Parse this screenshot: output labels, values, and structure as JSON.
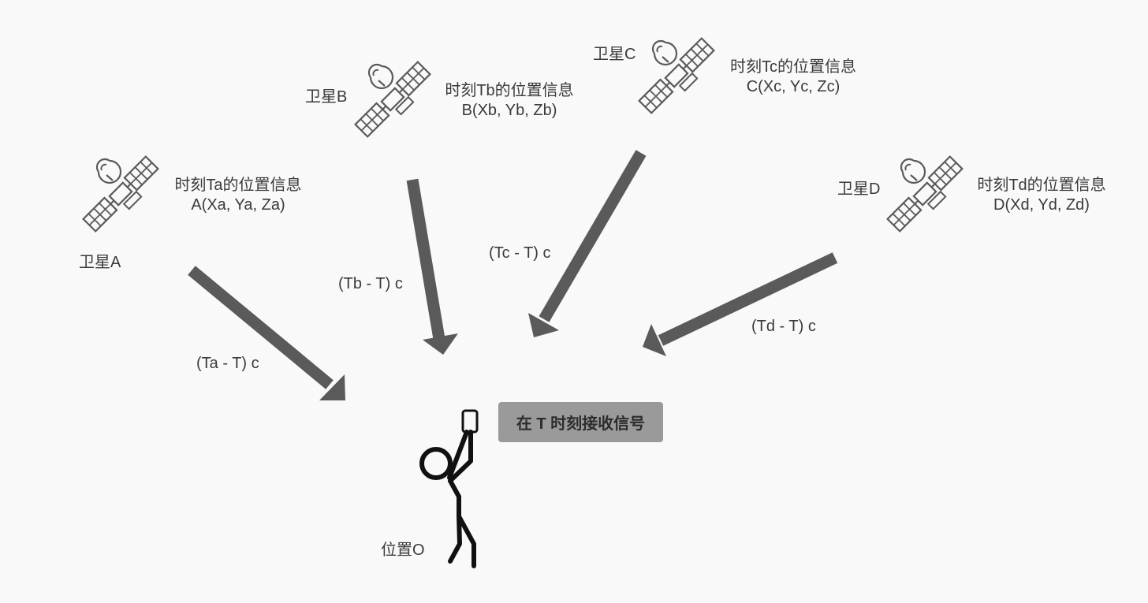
{
  "satellites": {
    "a": {
      "name": "卫星A",
      "info_line1": "时刻Ta的位置信息",
      "info_line2": "A(Xa, Ya, Za)",
      "distance": "(Ta - T) c"
    },
    "b": {
      "name": "卫星B",
      "info_line1": "时刻Tb的位置信息",
      "info_line2": "B(Xb, Yb, Zb)",
      "distance": "(Tb - T) c"
    },
    "c": {
      "name": "卫星C",
      "info_line1": "时刻Tc的位置信息",
      "info_line2": "C(Xc, Yc, Zc)",
      "distance": "(Tc - T) c"
    },
    "d": {
      "name": "卫星D",
      "info_line1": "时刻Td的位置信息",
      "info_line2": "D(Xd, Yd, Zd)",
      "distance": "(Td - T) c"
    }
  },
  "receiver": {
    "position_label": "位置O",
    "badge_text": "在 T 时刻接收信号"
  },
  "colors": {
    "background": "#f9f9f9",
    "arrow": "#5a5a5a",
    "badge": "#9a9a9a",
    "satellite": "#5a5a5a",
    "person": "#111111"
  },
  "icons": [
    "satellite-icon",
    "person-icon",
    "arrow"
  ]
}
